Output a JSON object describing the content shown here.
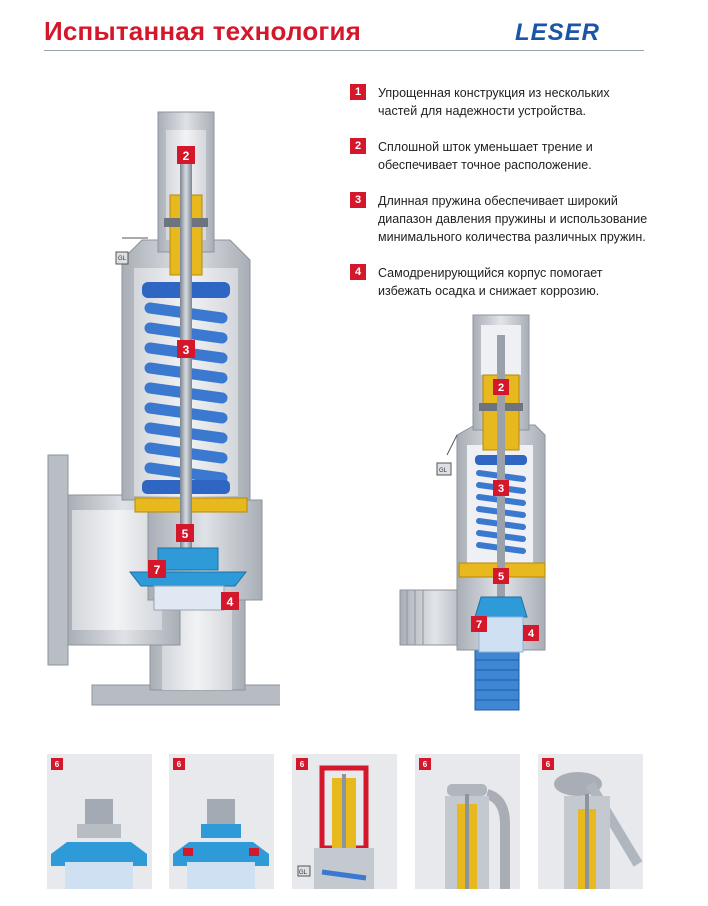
{
  "header": {
    "title": "Испытанная технология",
    "logo_text": "LESER"
  },
  "features": [
    {
      "num": "1",
      "text": "Упрощенная конструкция из нескольких частей для надежности устройства."
    },
    {
      "num": "2",
      "text": "Сплошной шток уменьшает трение и обеспечивает точное расположение."
    },
    {
      "num": "3",
      "text": "Длинная пружина обеспечивает широкий диапазон давления пружины и использование минимального количества различных пружин."
    },
    {
      "num": "4",
      "text": "Самодренирующийся корпус помогает избежать осадка и снижает коррозию."
    }
  ],
  "big_valve": {
    "callouts": [
      "2",
      "3",
      "5",
      "7",
      "4"
    ],
    "gauge_label": "GL"
  },
  "small_valve": {
    "callouts": [
      "2",
      "3",
      "5",
      "7",
      "4"
    ],
    "gauge_label": "GL"
  },
  "thumbnails": [
    {
      "badge": "6"
    },
    {
      "badge": "6"
    },
    {
      "badge": "6",
      "gauge_label": "GL"
    },
    {
      "badge": "6"
    },
    {
      "badge": "6"
    }
  ],
  "colors": {
    "brand_red": "#d5172b",
    "logo_blue": "#1b55a6",
    "body_gray": "#c4c8cf",
    "spring_blue": "#3b79d1",
    "brass_yellow": "#e8b81f",
    "seat_blue": "#2f9ad8"
  }
}
